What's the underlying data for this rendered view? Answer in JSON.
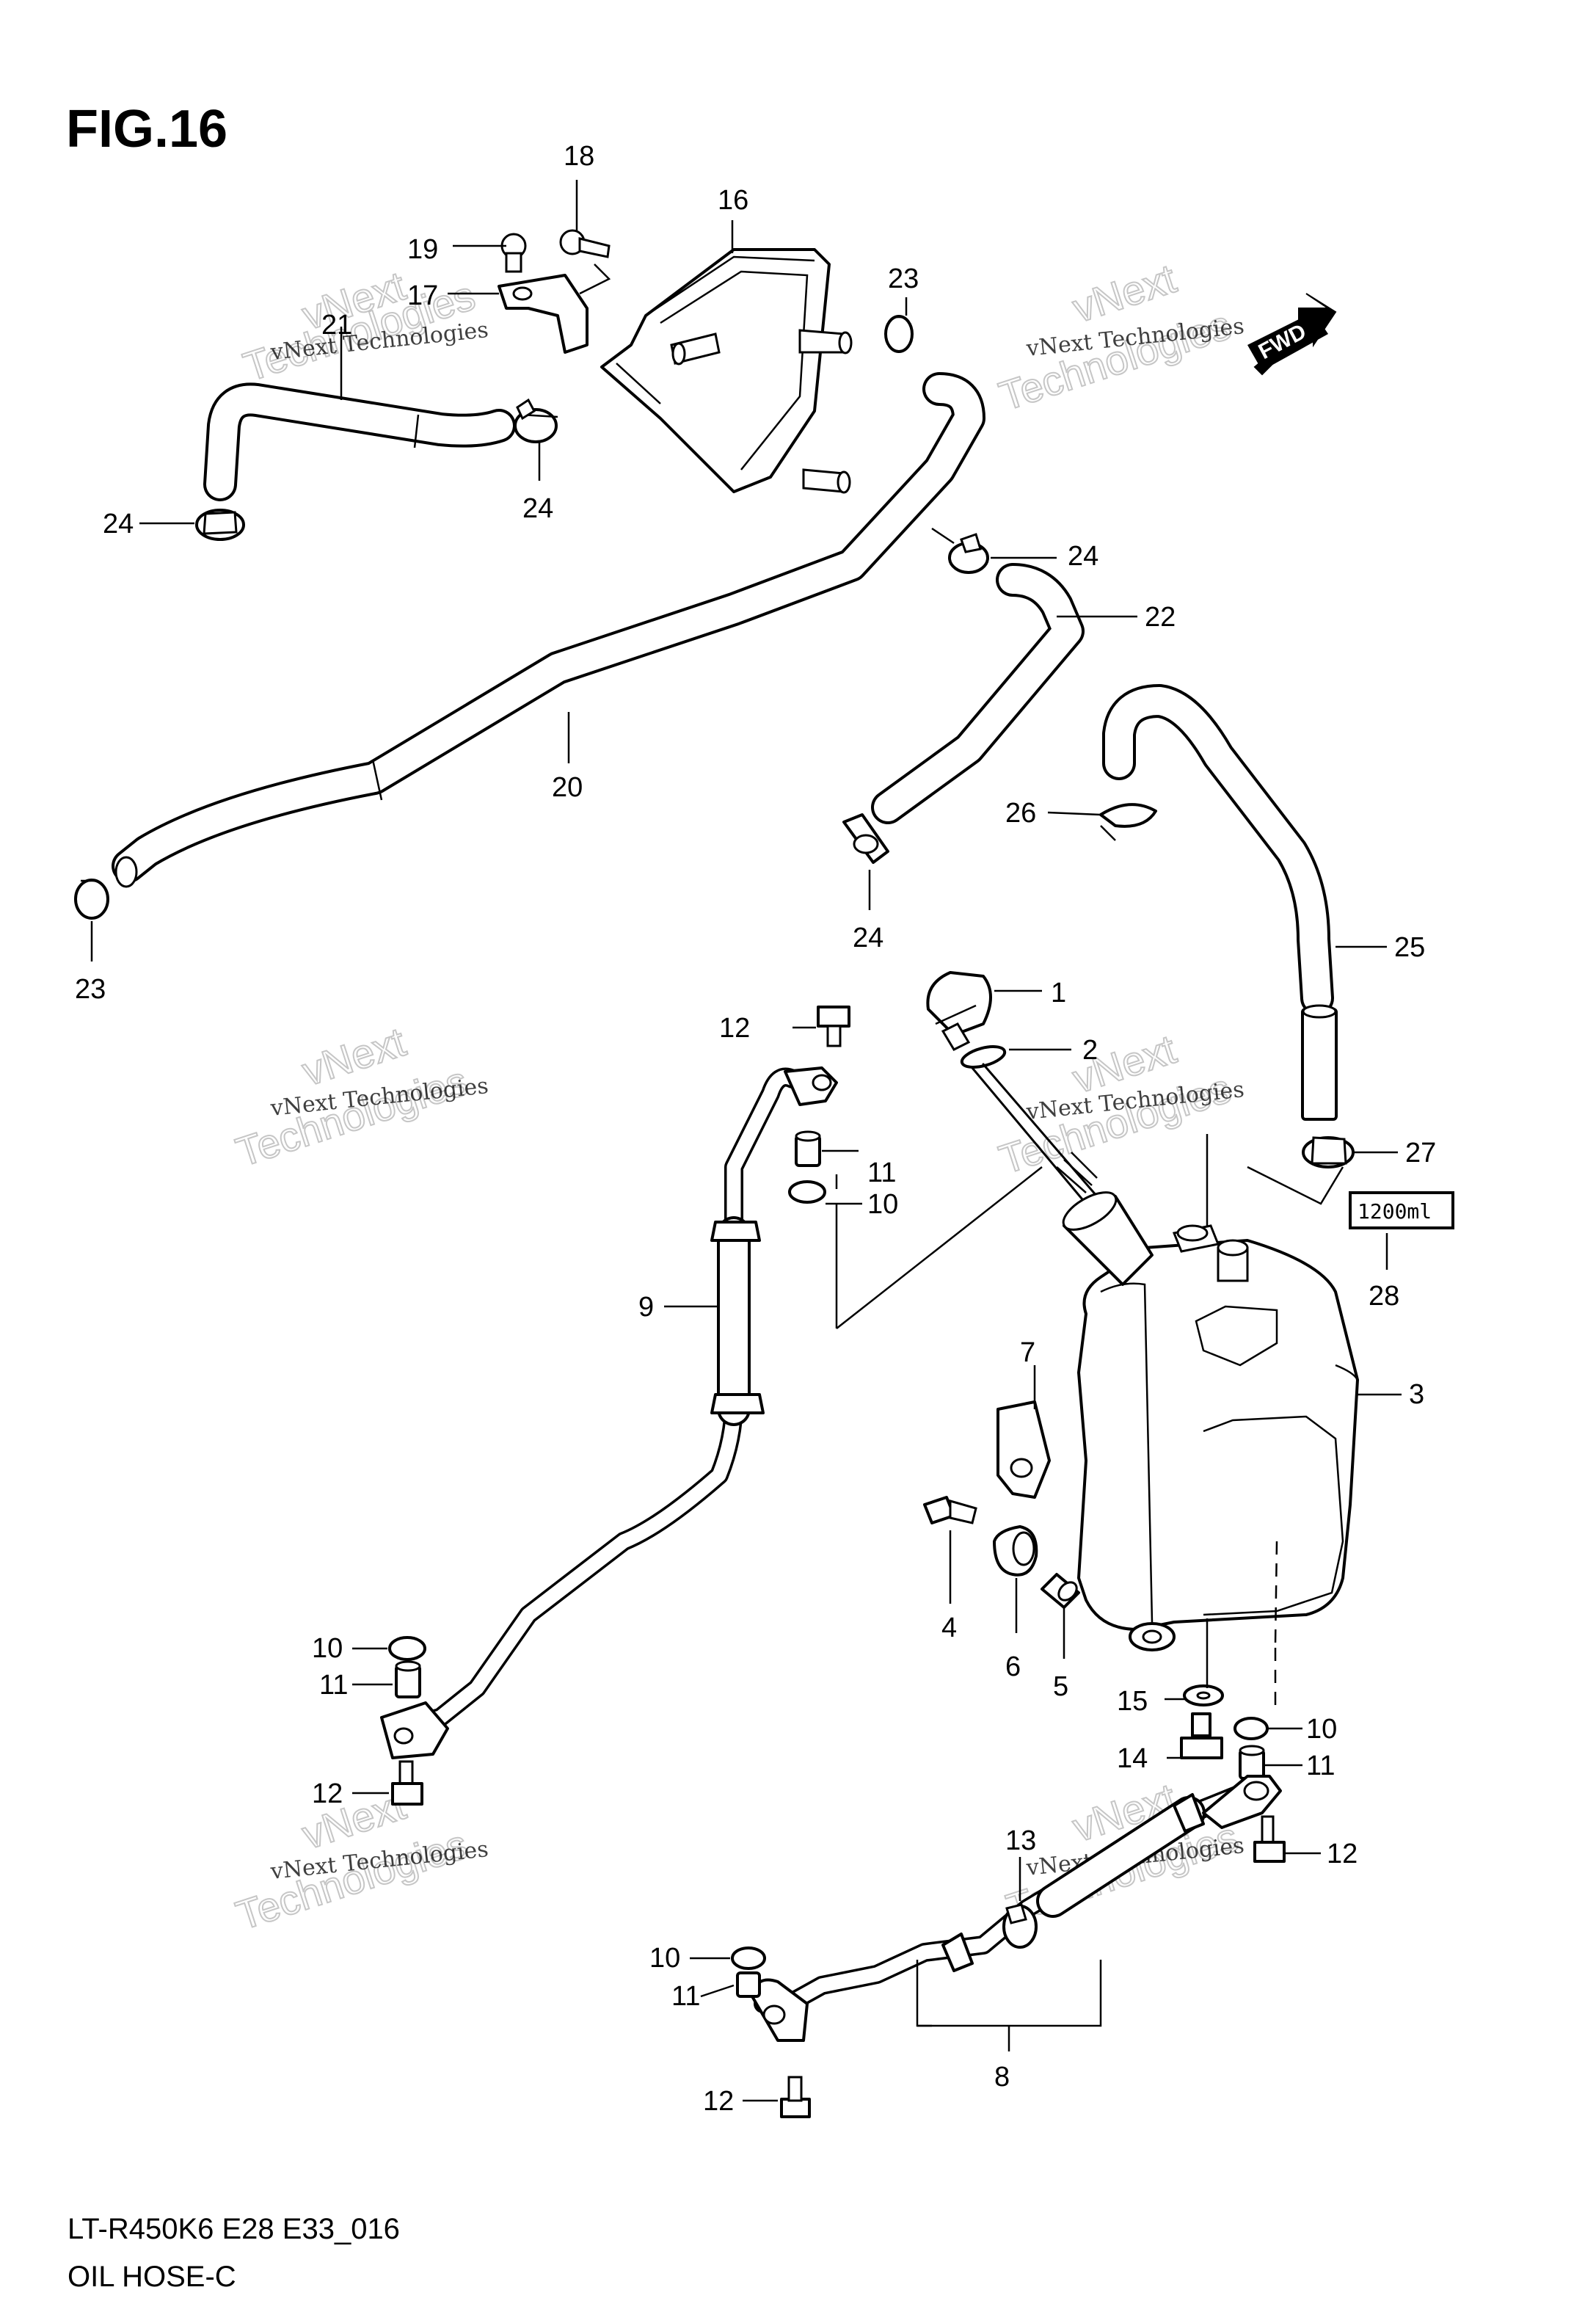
{
  "figure": {
    "title": "FIG.16",
    "model_code": "LT-R450K6 E28 E33_016",
    "caption": "OIL HOSE-C"
  },
  "tank_capacity_label": "1200ml",
  "direction_badge": "FWD",
  "watermark": {
    "line1": "vNext Technologies",
    "line2": "vNext",
    "line3": "Technologies"
  },
  "callouts": {
    "c1": "1",
    "c2": "2",
    "c3": "3",
    "c4": "4",
    "c5": "5",
    "c6": "6",
    "c7": "7",
    "c8": "8",
    "c9": "9",
    "c10a": "10",
    "c10b": "10",
    "c10c": "10",
    "c10d": "10",
    "c11a": "11",
    "c11b": "11",
    "c11c": "11",
    "c11d": "11",
    "c12a": "12",
    "c12b": "12",
    "c12c": "12",
    "c12d": "12",
    "c13": "13",
    "c14": "14",
    "c15": "15",
    "c16": "16",
    "c17": "17",
    "c18": "18",
    "c19": "19",
    "c20": "20",
    "c21": "21",
    "c22": "22",
    "c23a": "23",
    "c23b": "23",
    "c24a": "24",
    "c24b": "24",
    "c24c": "24",
    "c24d": "24",
    "c25": "25",
    "c26": "26",
    "c27": "27",
    "c28": "28"
  }
}
